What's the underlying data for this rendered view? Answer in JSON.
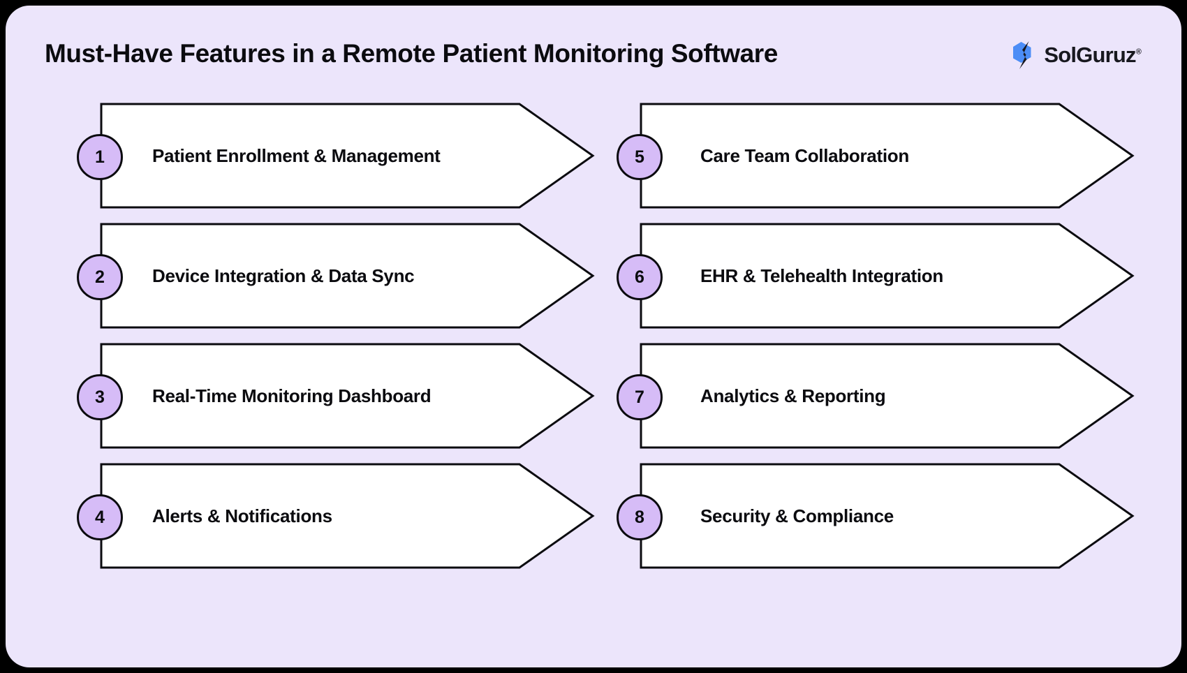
{
  "header": {
    "title": "Must-Have Features in a Remote Patient Monitoring Software",
    "logo": {
      "mark_icon": "solguruz-chevron-logo-icon",
      "text": "SolGuruz",
      "registered_mark": "®"
    }
  },
  "colors": {
    "canvas": "#000000",
    "card_background": "#ECE5FB",
    "badge_fill": "#D6BCF7",
    "outline": "#0B0B0F",
    "arrow_fill": "#FFFFFF",
    "logo_blue": "#4C8DF6",
    "logo_dark": "#18181F"
  },
  "columns": [
    {
      "name": "left-column",
      "items": [
        {
          "number": "1",
          "label": "Patient Enrollment & Management"
        },
        {
          "number": "2",
          "label": "Device Integration & Data Sync"
        },
        {
          "number": "3",
          "label": "Real-Time Monitoring Dashboard"
        },
        {
          "number": "4",
          "label": "Alerts & Notifications"
        }
      ]
    },
    {
      "name": "right-column",
      "items": [
        {
          "number": "5",
          "label": "Care Team Collaboration"
        },
        {
          "number": "6",
          "label": "EHR & Telehealth Integration"
        },
        {
          "number": "7",
          "label": "Analytics & Reporting"
        },
        {
          "number": "8",
          "label": "Security & Compliance"
        }
      ]
    }
  ]
}
